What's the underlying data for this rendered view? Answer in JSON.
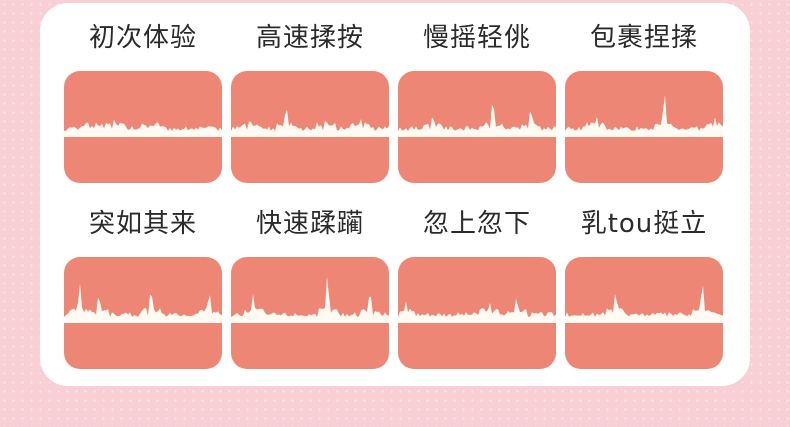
{
  "modes": [
    {
      "label": "初次体验",
      "peaks": [
        [
          0.32,
          14
        ],
        [
          0.18,
          6
        ],
        [
          0.55,
          8
        ]
      ]
    },
    {
      "label": "高速揉按",
      "peaks": [
        [
          0.35,
          28
        ],
        [
          0.12,
          14
        ],
        [
          0.6,
          14
        ],
        [
          0.82,
          14
        ]
      ]
    },
    {
      "label": "慢摇轻佻",
      "peaks": [
        [
          0.22,
          18
        ],
        [
          0.6,
          36
        ],
        [
          0.84,
          26
        ]
      ]
    },
    {
      "label": "包裹捏揉",
      "peaks": [
        [
          0.2,
          16
        ],
        [
          0.63,
          42
        ],
        [
          0.95,
          14
        ]
      ]
    },
    {
      "label": "突如其来",
      "peaks": [
        [
          0.1,
          36
        ],
        [
          0.22,
          26
        ],
        [
          0.55,
          32
        ],
        [
          0.92,
          28
        ]
      ]
    },
    {
      "label": "快速蹂躏",
      "peaks": [
        [
          0.14,
          24
        ],
        [
          0.61,
          46
        ],
        [
          0.88,
          30
        ]
      ]
    },
    {
      "label": "忽上忽下",
      "peaks": [
        [
          0.05,
          16
        ],
        [
          0.58,
          16
        ],
        [
          0.75,
          22
        ]
      ]
    },
    {
      "label": "乳tou挺立",
      "peaks": [
        [
          0.32,
          28
        ],
        [
          0.87,
          38
        ]
      ]
    }
  ]
}
